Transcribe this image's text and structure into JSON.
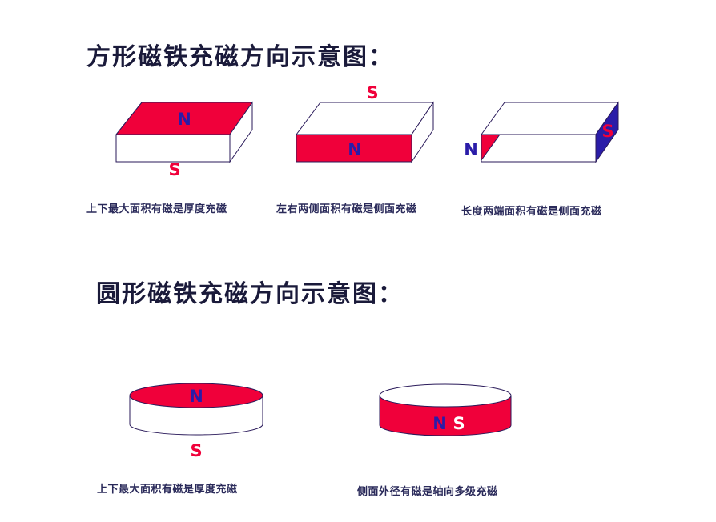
{
  "square_section": {
    "title": "方形磁铁充磁方向示意图：",
    "diagrams": [
      {
        "caption": "上下最大面积有磁是厚度充磁",
        "n_label": "N",
        "s_label": "S"
      },
      {
        "caption": "左右两侧面积有磁是侧面充磁",
        "n_label": "N",
        "s_label": "S"
      },
      {
        "caption": "长度两端面积有磁是侧面充磁",
        "n_label": "N",
        "s_label": "S"
      }
    ]
  },
  "round_section": {
    "title": "圆形磁铁充磁方向示意图：",
    "diagrams": [
      {
        "caption": "上下最大面积有磁是厚度充磁",
        "n_label": "N",
        "s_label": "S"
      },
      {
        "caption": "侧面外径有磁是轴向多级充磁",
        "n_label": "N",
        "s_label": "S"
      }
    ]
  },
  "colors": {
    "magnet_red": "#f0003a",
    "north_blue": "#2a1ca8",
    "south_red": "#f0003a",
    "outline": "#2a1a5a"
  }
}
